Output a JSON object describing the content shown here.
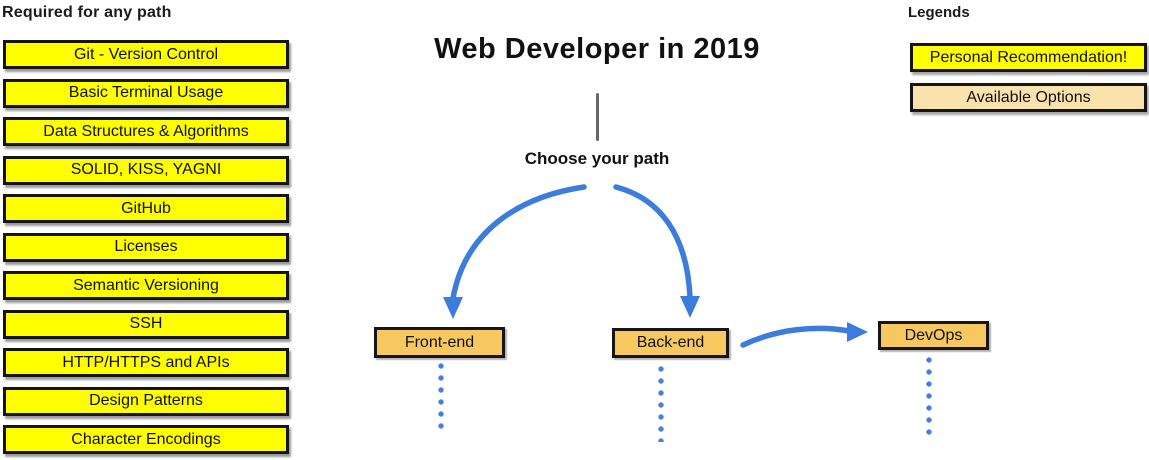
{
  "left_panel": {
    "heading": "Required for any path",
    "items": [
      "Git - Version Control",
      "Basic Terminal Usage",
      "Data Structures & Algorithms",
      "SOLID, KISS, YAGNI",
      "GitHub",
      "Licenses",
      "Semantic Versioning",
      "SSH",
      "HTTP/HTTPS and APIs",
      "Design Patterns",
      "Character Encodings"
    ]
  },
  "center": {
    "title": "Web Developer in 2019",
    "prompt": "Choose your path",
    "paths": [
      {
        "label": "Front-end"
      },
      {
        "label": "Back-end"
      },
      {
        "label": "DevOps"
      }
    ]
  },
  "legend": {
    "heading": "Legends",
    "items": [
      {
        "label": "Personal Recommendation!",
        "color": "#FEFE00"
      },
      {
        "label": "Available Options",
        "color": "#FAE2AC"
      }
    ]
  },
  "colors": {
    "required_box": "#FEFE00",
    "path_box": "#F7C860",
    "available_option_box": "#FAE2AC",
    "arrow_blue": "#3C7CDC",
    "stem_gray": "#686868",
    "border_black": "#151515"
  }
}
